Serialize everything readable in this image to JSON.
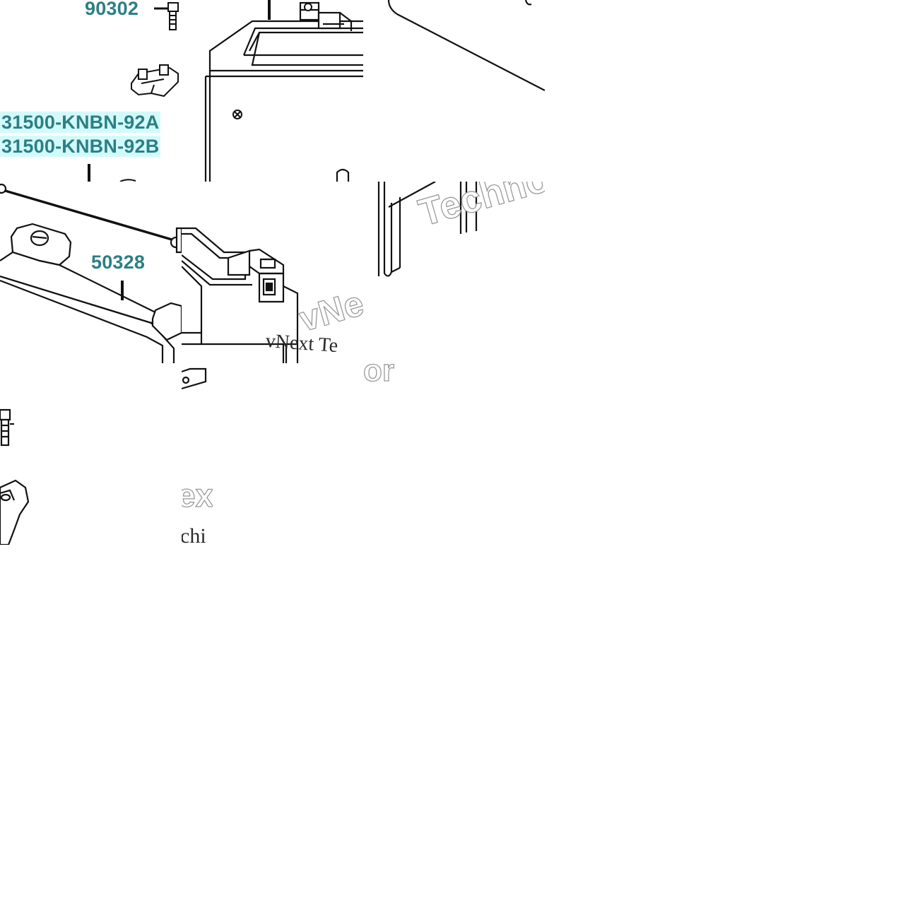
{
  "diagram": {
    "part_numbers": {
      "bolt_top": "90302",
      "battery_a": "31500-KNBN-92A",
      "battery_b": "31500-KNBN-92B",
      "band": "50328"
    },
    "watermarks": {
      "techno_top": "Techno",
      "vne_mid": "vNe",
      "serif_line": "vNext Te",
      "or_fragment": "or",
      "ex_fragment": "ex",
      "chi_fragment": "chi"
    }
  },
  "colors": {
    "label_text": "#2c7f86",
    "label_bg": "#d3fafa",
    "line_art": "#111111",
    "watermark_outline": "#9a9a9a"
  }
}
